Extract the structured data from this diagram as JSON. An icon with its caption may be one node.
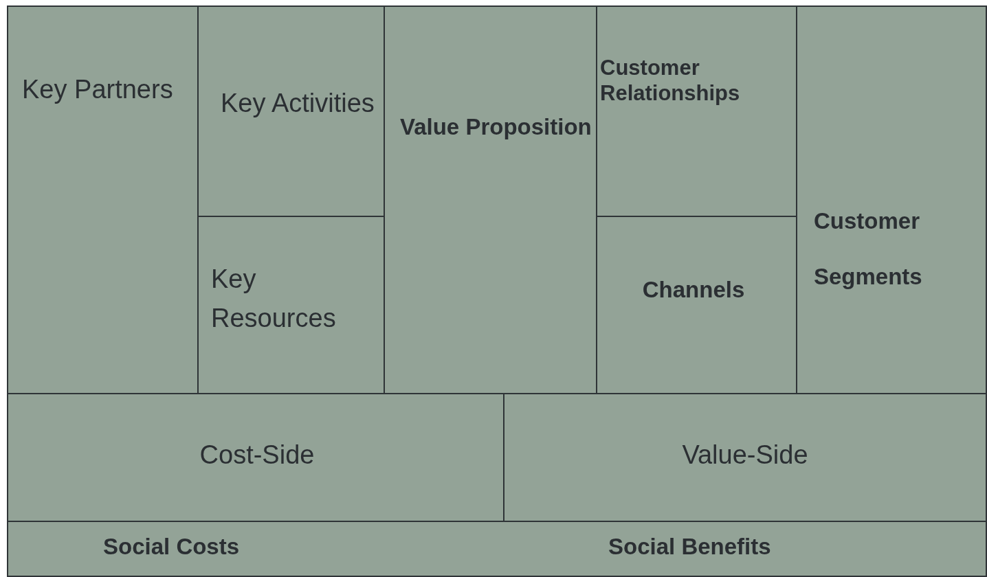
{
  "diagram": {
    "nodes": [
      {
        "text": [
          "Key Partners"
        ]
      },
      {
        "text": [
          "Key Activities"
        ]
      },
      {
        "text": [
          "Key Resources"
        ]
      },
      {
        "text": [
          "Value Proposition"
        ]
      },
      {
        "text": [
          "Customer Relationships"
        ]
      },
      {
        "text": [
          "Channels"
        ]
      },
      {
        "text": [
          "Customer Segments"
        ]
      },
      {
        "text": [
          "Cost-Side"
        ]
      },
      {
        "text": [
          "Value-Side"
        ]
      },
      {
        "text": [
          "Social Costs",
          "Social Benefits"
        ]
      }
    ]
  }
}
